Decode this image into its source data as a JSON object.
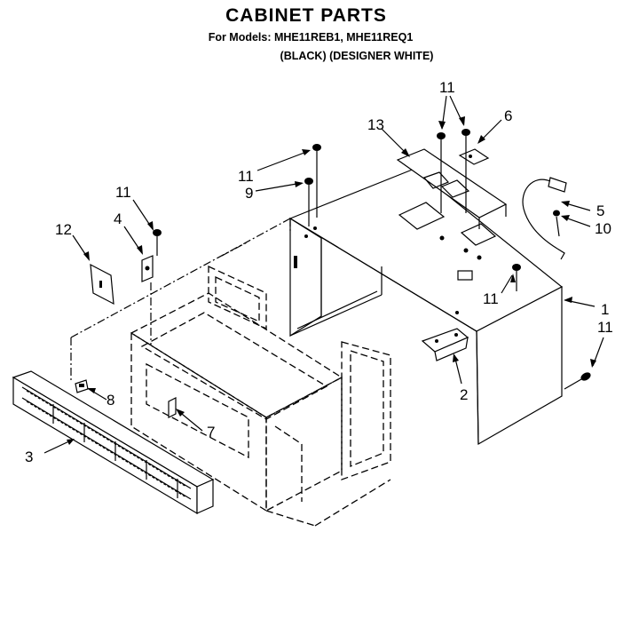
{
  "header": {
    "title": "CABINET PARTS",
    "models": "For Models: MHE11REB1, MHE11REQ1",
    "colors": "(BLACK)   (DESIGNER WHITE)"
  },
  "callouts": [
    {
      "id": "c1",
      "text": "1"
    },
    {
      "id": "c2",
      "text": "2"
    },
    {
      "id": "c3",
      "text": "3"
    },
    {
      "id": "c4",
      "text": "4"
    },
    {
      "id": "c5",
      "text": "5"
    },
    {
      "id": "c6",
      "text": "6"
    },
    {
      "id": "c7",
      "text": "7"
    },
    {
      "id": "c8",
      "text": "8"
    },
    {
      "id": "c9",
      "text": "9"
    },
    {
      "id": "c10",
      "text": "10"
    },
    {
      "id": "c11",
      "text": "11"
    },
    {
      "id": "c12",
      "text": "12"
    },
    {
      "id": "c13",
      "text": "13"
    }
  ]
}
